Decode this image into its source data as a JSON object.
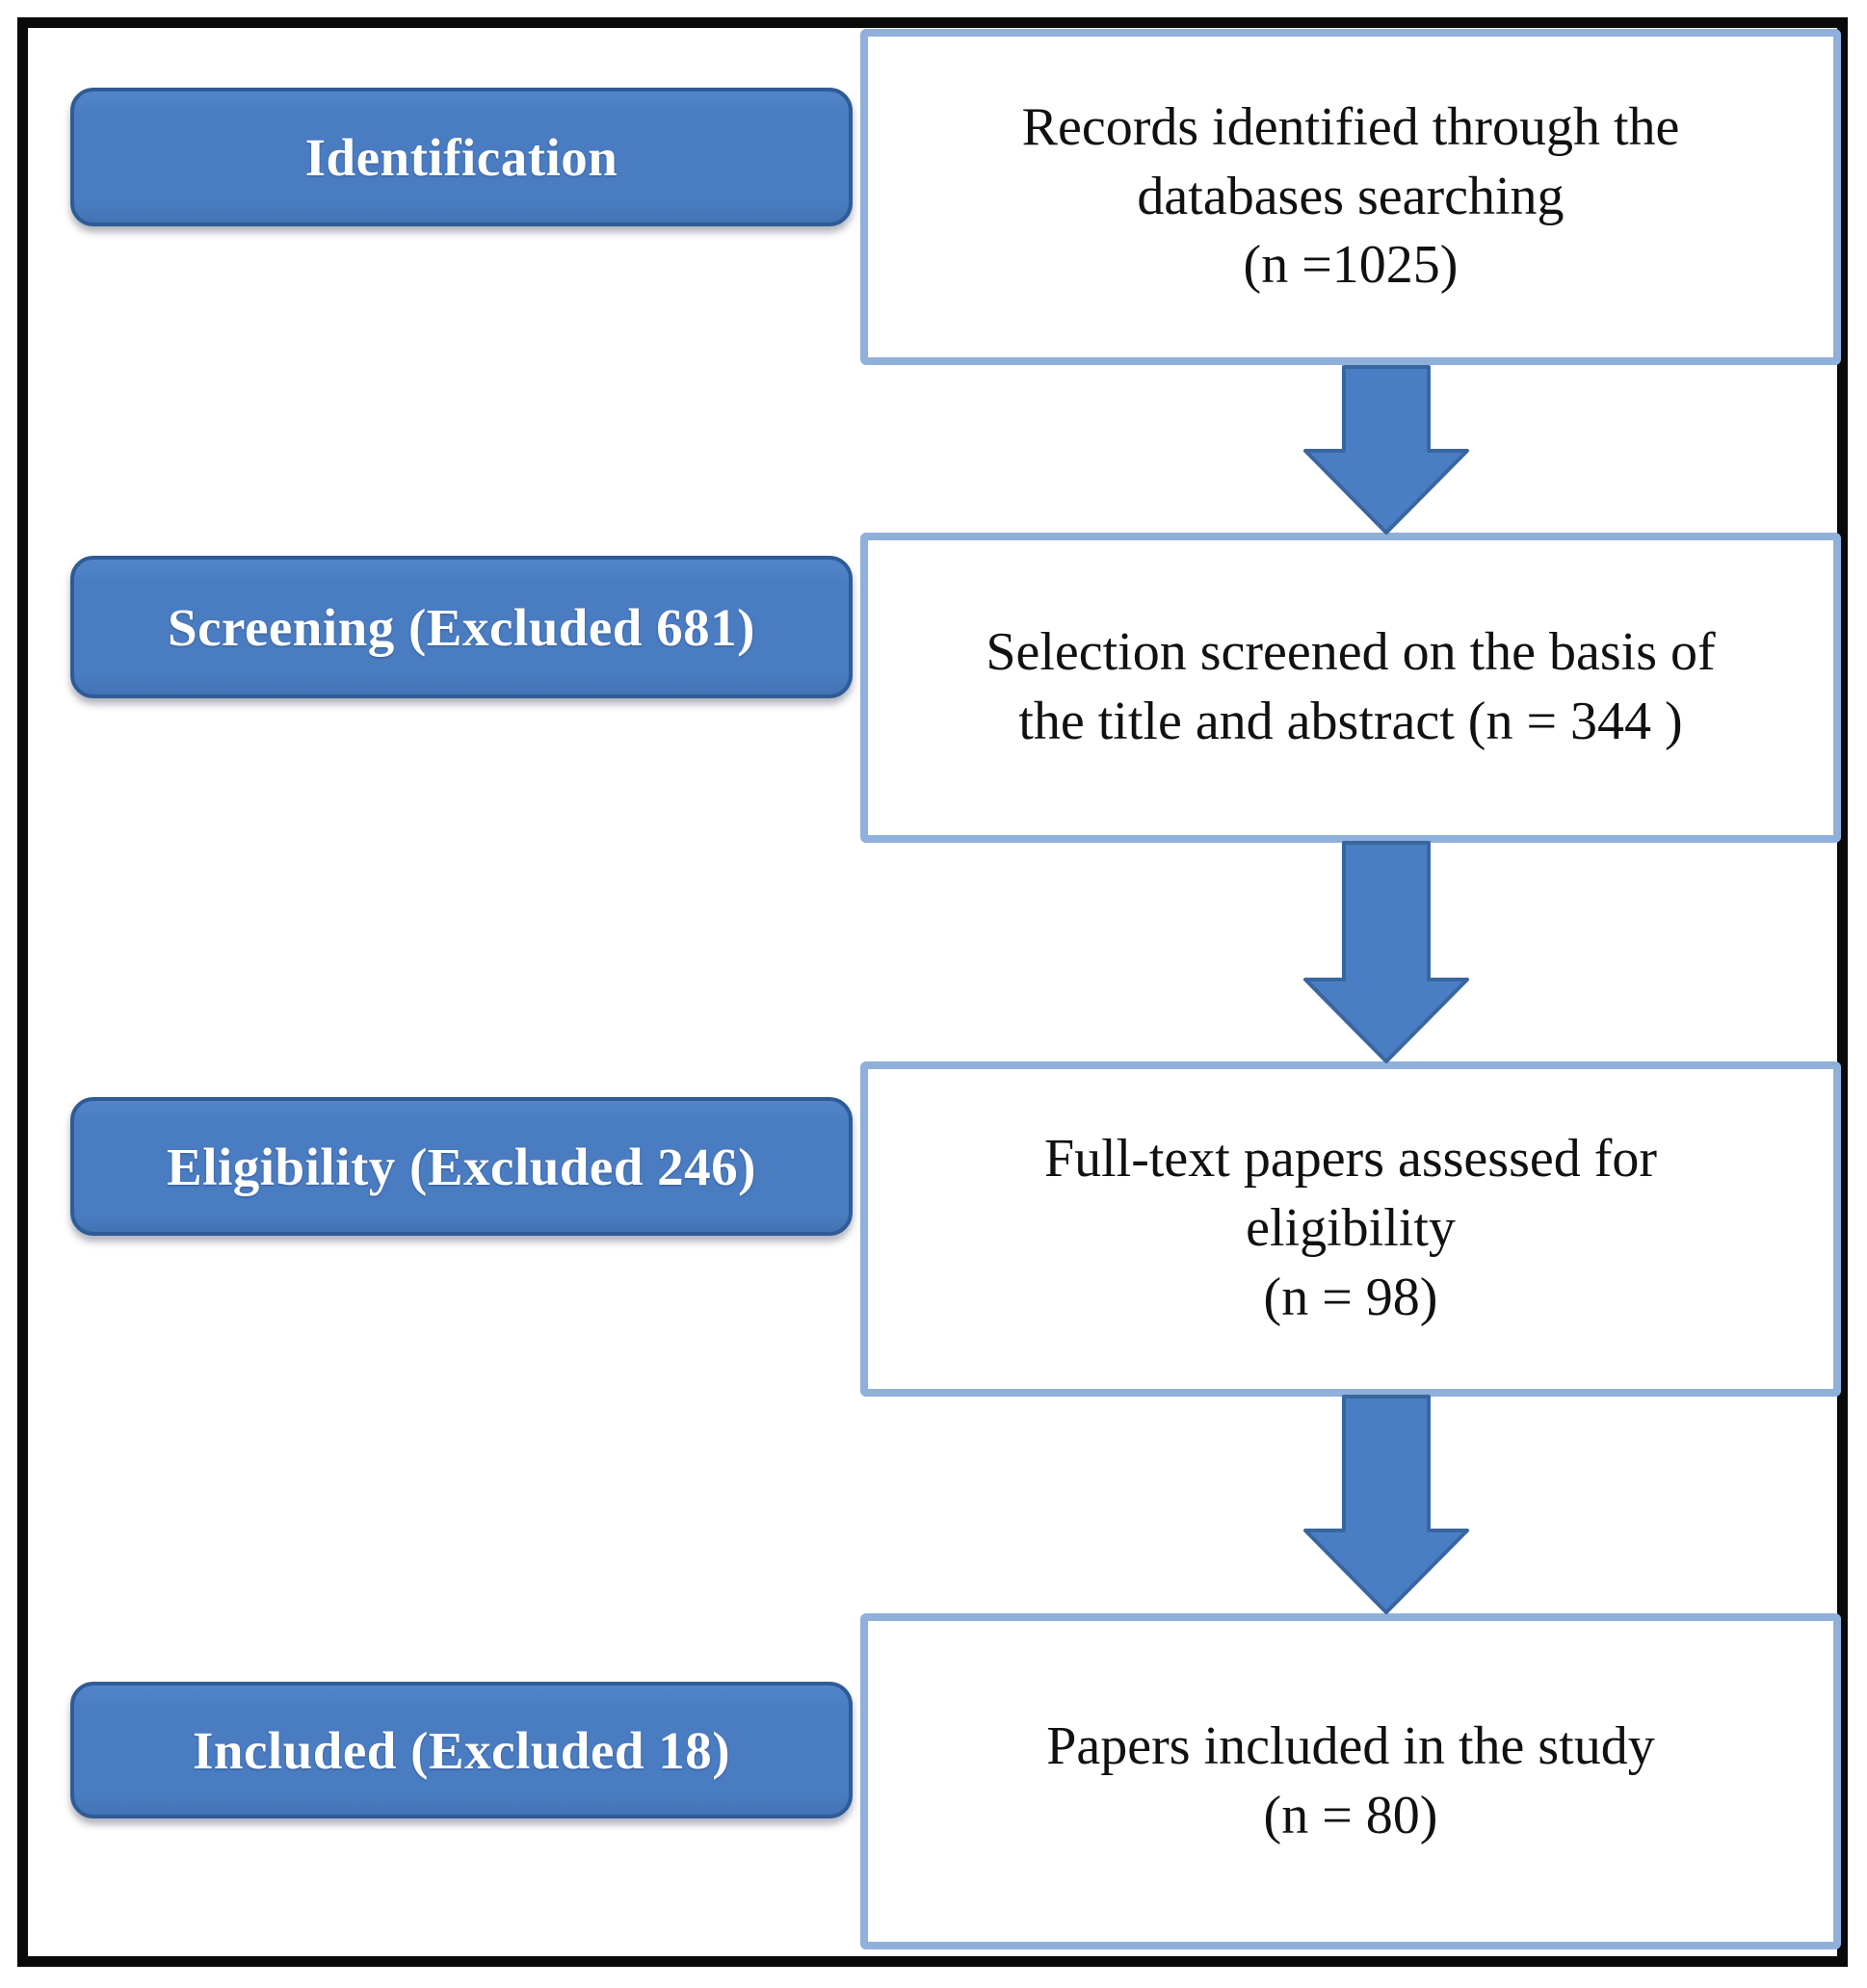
{
  "stages": [
    {
      "label": "Identification"
    },
    {
      "label": "Screening (Excluded 681)"
    },
    {
      "label": "Eligibility (Excluded 246)"
    },
    {
      "label": "Included (Excluded 18)"
    }
  ],
  "records": [
    {
      "lines": [
        "Records identified through the",
        "databases searching",
        "(n =1025)"
      ],
      "n": 1025
    },
    {
      "lines": [
        "Selection screened on the basis of",
        "the title and abstract (n = 344 )"
      ],
      "n": 344
    },
    {
      "lines": [
        "Full-text papers assessed for",
        "eligibility",
        "(n = 98)"
      ],
      "n": 98
    },
    {
      "lines": [
        "Papers included in the study",
        "(n = 80)"
      ],
      "n": 80
    }
  ],
  "colors": {
    "frame_border": "#0a0a0a",
    "stage_fill": "#4a7cc2",
    "stage_border": "#2f5b96",
    "stage_text": "#ffffff",
    "record_border": "#8fb0da",
    "record_text": "#111111",
    "arrow_fill": "#4a7ec4",
    "arrow_stroke": "#3a66a0",
    "background": "#ffffff"
  }
}
